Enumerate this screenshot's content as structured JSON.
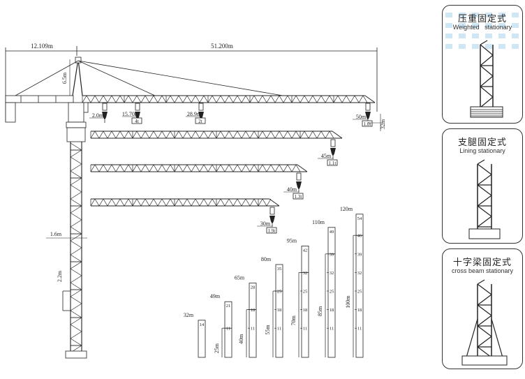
{
  "dimensions": {
    "counter_jib_length": "12.109m",
    "jib_length": "51.200m",
    "tower_head_height": "6.5m",
    "mast_width": "1.6m",
    "section_height": "2.2m",
    "hook_height": "32m"
  },
  "main_jib_loads": [
    {
      "radius": "2.0m",
      "load": ""
    },
    {
      "radius": "15.70m",
      "load": "4t"
    },
    {
      "radius": "28.9m",
      "load": "2t"
    },
    {
      "radius": "50m",
      "load": "1.0t"
    }
  ],
  "alt_jibs": [
    {
      "radius": "45m",
      "load": "1.1t"
    },
    {
      "radius": "40m",
      "load": "1.3t"
    },
    {
      "radius": "30m",
      "load": "1.9t"
    }
  ],
  "height_columns": [
    {
      "total": "32m",
      "sections": "14",
      "free": "",
      "markers": []
    },
    {
      "total": "49m",
      "sections": "21",
      "free": "25m",
      "markers": [
        "11"
      ]
    },
    {
      "total": "65m",
      "sections": "28",
      "free": "40m",
      "markers": [
        "18",
        "11"
      ]
    },
    {
      "total": "80m",
      "sections": "35",
      "free": "55m",
      "markers": [
        "25",
        "18",
        "11"
      ]
    },
    {
      "total": "95m",
      "sections": "42",
      "free": "70m",
      "markers": [
        "32",
        "25",
        "18",
        "11"
      ]
    },
    {
      "total": "110m",
      "sections": "49",
      "free": "85m",
      "markers": [
        "39",
        "32",
        "25",
        "18",
        "11"
      ]
    },
    {
      "total": "120m",
      "sections": "54",
      "free": "100m",
      "markers": [
        "46",
        "39",
        "32",
        "25",
        "18",
        "11"
      ]
    }
  ],
  "panels": [
    {
      "title_cn": "压重固定式",
      "title_en": "Weighted   stationary"
    },
    {
      "title_cn": "支腿固定式",
      "title_en": "Lining stationary"
    },
    {
      "title_cn": "十字梁固定式",
      "title_en": "cross beam stationary"
    }
  ],
  "colors": {
    "line": "#222222",
    "dot_pattern": "#cfe6f5"
  }
}
